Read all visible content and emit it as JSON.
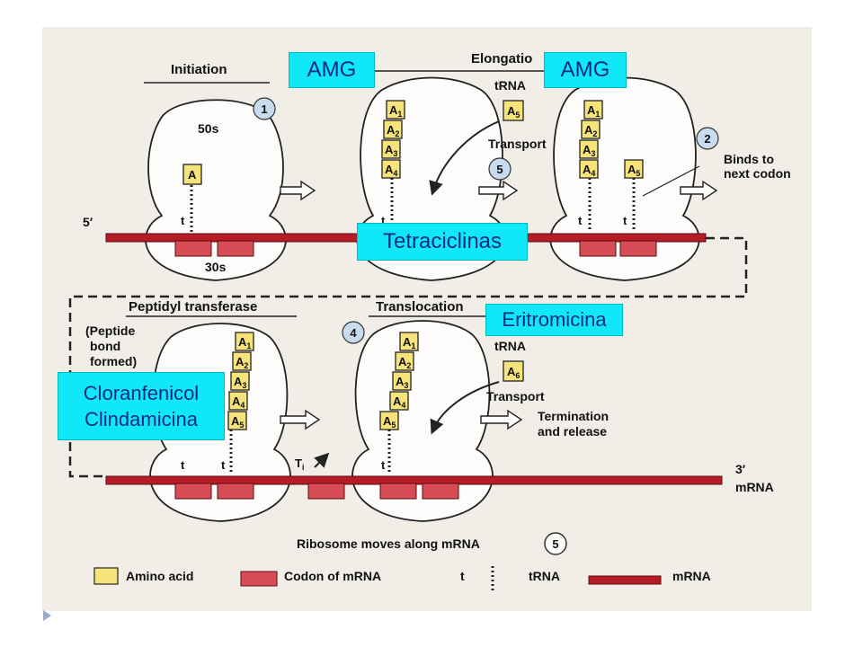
{
  "colors": {
    "background": "#f1eee8",
    "mrna": "#b51c25",
    "codon": "#d84d55",
    "amino_acid": "#f6e37a",
    "step_circle": "#c9dbee",
    "drug_label_bg": "#10e8f8",
    "drug_label_text": "#0a2a8a"
  },
  "headers": {
    "initiation": "Initiation",
    "elongation": "Elongatio",
    "peptidyl": "Peptidyl transferase",
    "translocation": "Translocation"
  },
  "labels": {
    "ribosome_50s": "50s",
    "ribosome_30s": "30s",
    "prime5": "5′",
    "prime3": "3′",
    "mrna": "mRNA",
    "trna": "tRNA",
    "transport": "Transport",
    "binds_line1": "Binds to",
    "binds_line2": "next codon",
    "peptide_line1": "(Peptide",
    "peptide_line2": "bond",
    "peptide_line3": "formed)",
    "termination_line1": "Termination",
    "termination_line2": "and release",
    "ribosome_moves": "Ribosome moves along mRNA",
    "t": "t",
    "t_i": "T",
    "t_i_sub": "i"
  },
  "amino_acids": {
    "initial": "A",
    "a1": "A",
    "a2": "A",
    "a3": "A",
    "a4": "A",
    "a5": "A",
    "a6": "A",
    "sub1": "1",
    "sub2": "2",
    "sub3": "3",
    "sub4": "4",
    "sub5": "5",
    "sub6": "6"
  },
  "steps": {
    "s1": "1",
    "s2": "2",
    "s4": "4",
    "s5a": "5",
    "s5b": "5"
  },
  "drugs": {
    "amg1": "AMG",
    "amg2": "AMG",
    "tetraciclinas": "Tetraciclinas",
    "eritromicina": "Eritromicina",
    "cloranfenicol": "Cloranfenicol",
    "clindamicina": "Clindamicina"
  },
  "legend": {
    "amino_acid": "Amino acid",
    "codon": "Codon of mRNA",
    "t": "t",
    "trna": "tRNA",
    "mrna": "mRNA"
  }
}
